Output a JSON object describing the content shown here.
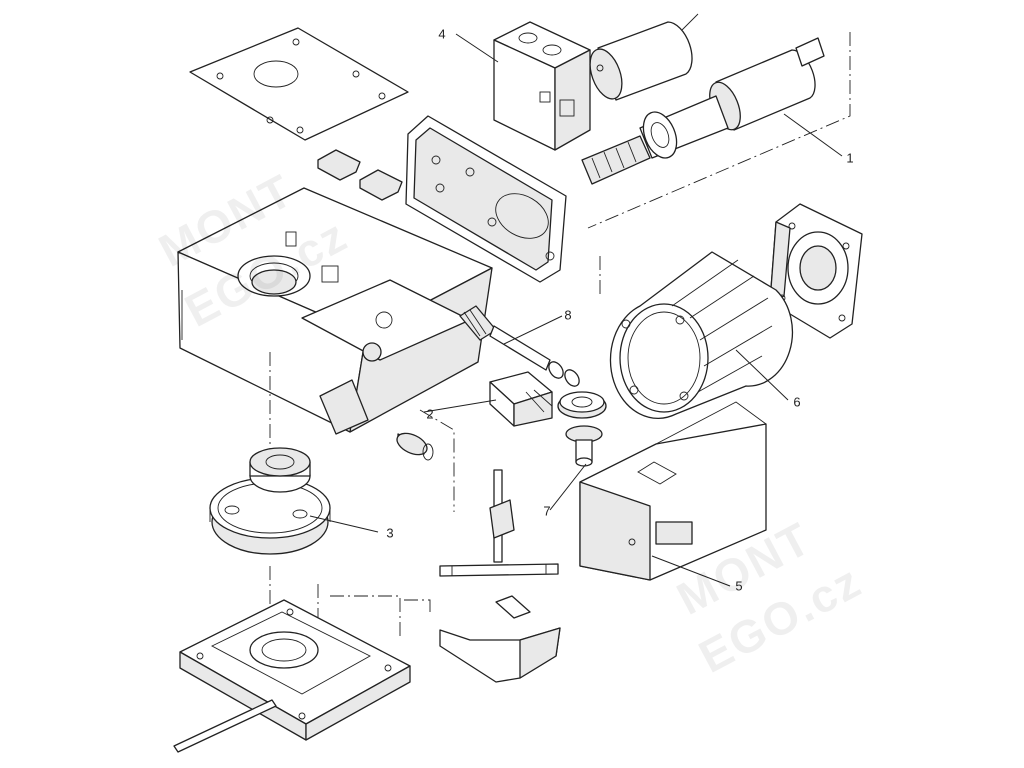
{
  "diagram": {
    "type": "exploded-parts-view",
    "callouts": [
      {
        "id": "1",
        "label": "1"
      },
      {
        "id": "2",
        "label": "2"
      },
      {
        "id": "3",
        "label": "3"
      },
      {
        "id": "4",
        "label": "4"
      },
      {
        "id": "5",
        "label": "5"
      },
      {
        "id": "6",
        "label": "6"
      },
      {
        "id": "7",
        "label": "7"
      },
      {
        "id": "8",
        "label": "8"
      }
    ],
    "watermark": {
      "line1": "MONT",
      "line2": "EGO.cz",
      "icon": "registered-mark-icon"
    }
  }
}
